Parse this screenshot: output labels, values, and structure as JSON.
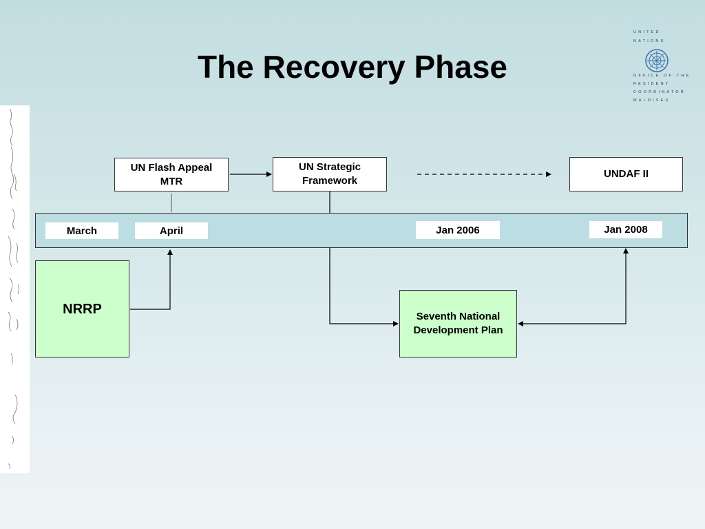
{
  "slide": {
    "title": "The Recovery Phase"
  },
  "logo": {
    "lines": [
      "UNITED",
      "NATIONS",
      "OFFICE OF THE",
      "RESIDENT",
      "COORDINATOR",
      "MALDIVES"
    ]
  },
  "boxes": {
    "flash_appeal": "UN Flash Appeal MTR",
    "strategic_framework": "UN Strategic Framework",
    "undaf": "UNDAF II",
    "nrrp": "NRRP",
    "seventh_plan": "Seventh National Development Plan"
  },
  "timeline": {
    "march": "March",
    "april": "April",
    "jan2006": "Jan 2006",
    "jan2008": "Jan 2008"
  },
  "colors": {
    "band": "#bcdde2",
    "green_box": "#ccffcc",
    "logo_blue": "#1a3b70"
  }
}
